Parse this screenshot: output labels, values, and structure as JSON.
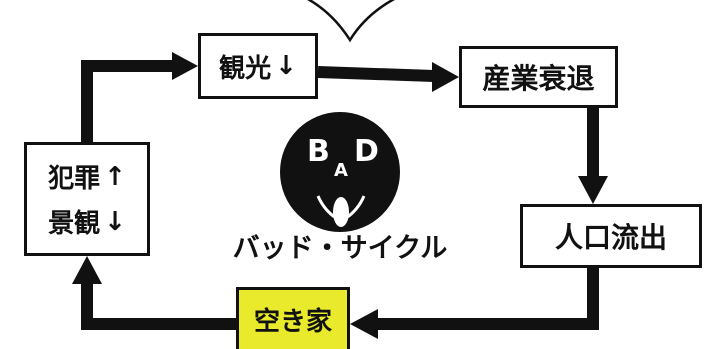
{
  "nodes": {
    "kanko": {
      "label": "観光",
      "trend": "down"
    },
    "sangyo": {
      "label": "産業衰退"
    },
    "jinko": {
      "label": "人口流出"
    },
    "akiya": {
      "label": "空き家",
      "fill": "#e8ea2b"
    },
    "left": {
      "line1": {
        "label": "犯罪",
        "trend": "up"
      },
      "line2": {
        "label": "景観",
        "trend": "down"
      }
    }
  },
  "logo": {
    "letters": {
      "b": "B",
      "a": "A",
      "d": "D"
    },
    "title": "バッド・サイクル"
  },
  "icons": {
    "up": "↑",
    "down": "↓"
  },
  "colors": {
    "ink": "#111111",
    "highlight": "#e8ea2b",
    "background": "#ffffff"
  }
}
